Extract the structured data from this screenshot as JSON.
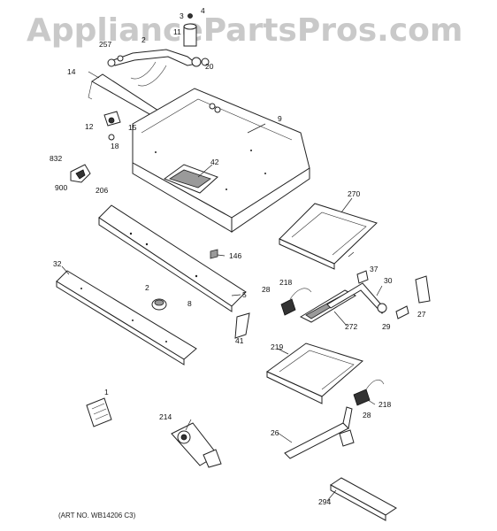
{
  "watermark": "AppliancePartsPros.com",
  "art_number": "(ART NO. WB14206 C3)",
  "part_numbers": [
    "3",
    "4",
    "257",
    "2",
    "11",
    "14",
    "20",
    "9",
    "12",
    "15",
    "18",
    "42",
    "832",
    "900",
    "206",
    "270",
    "146",
    "32",
    "37",
    "28",
    "218",
    "30",
    "2",
    "8",
    "5",
    "27",
    "272",
    "29",
    "41",
    "219",
    "1",
    "218",
    "28",
    "214",
    "26",
    "294"
  ]
}
